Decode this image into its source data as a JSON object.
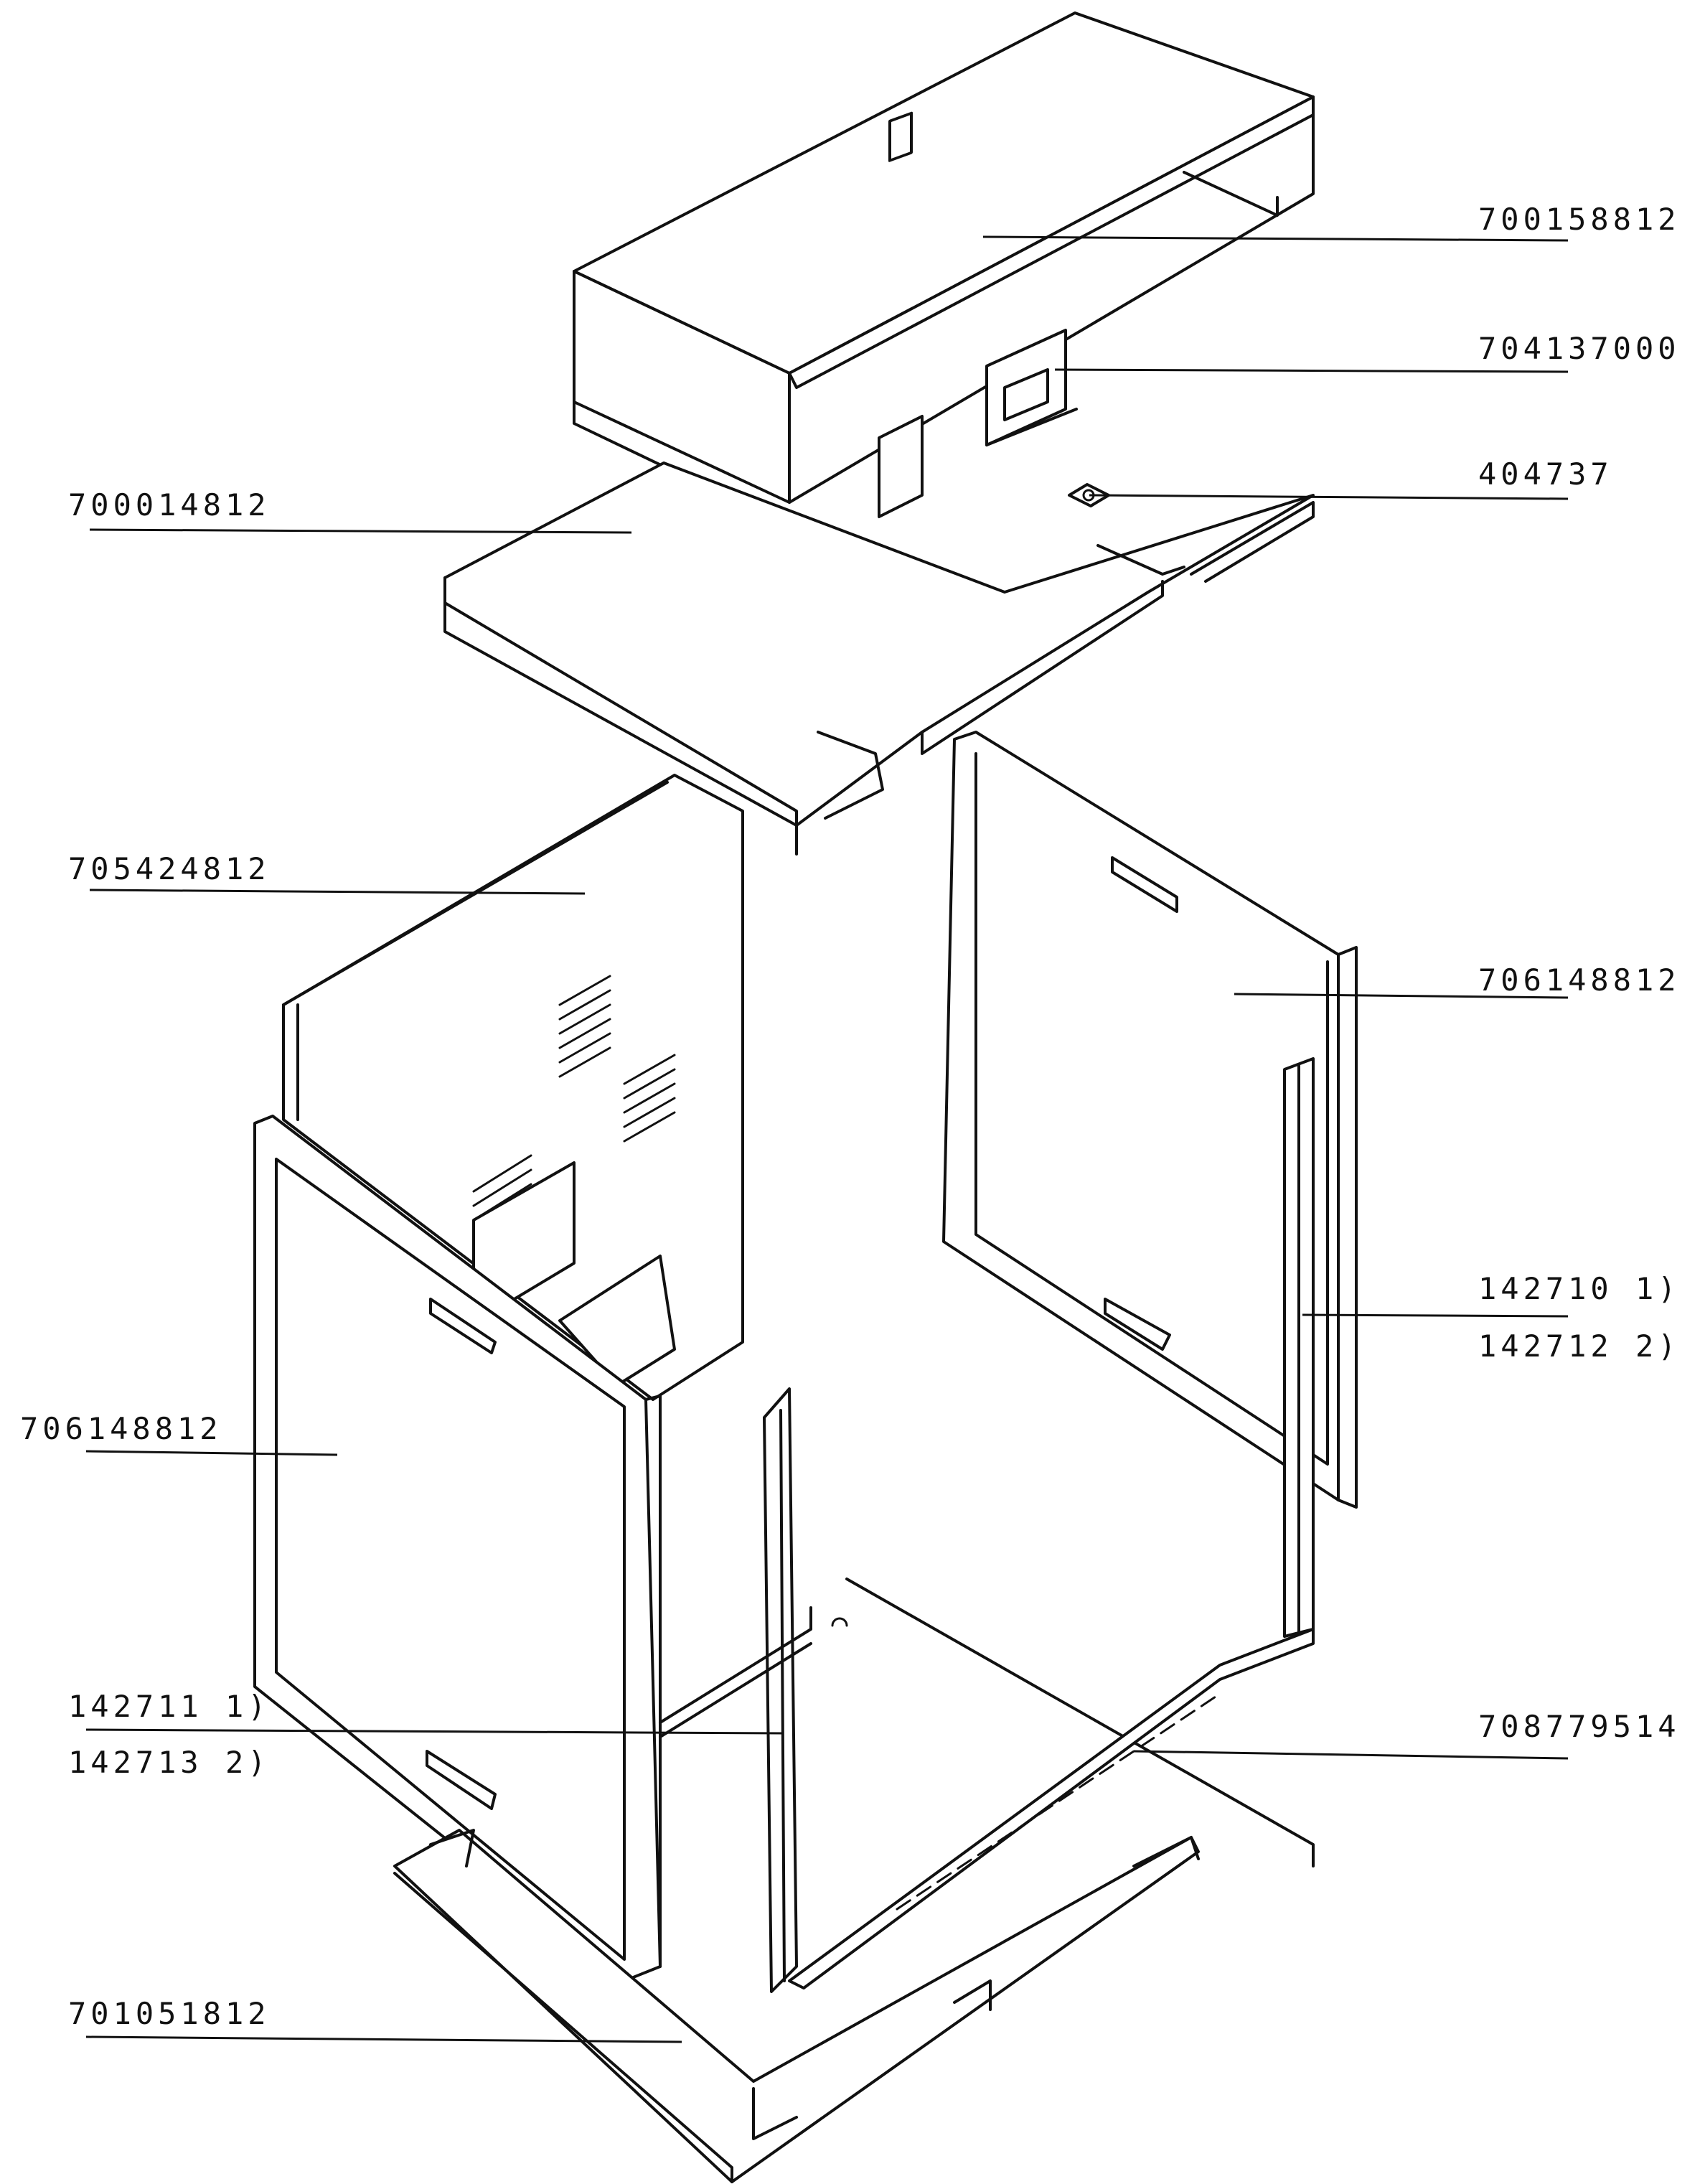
{
  "part_labels": {
    "top_cover": "700158812",
    "vent_cover": "704137000",
    "clip": "404737",
    "top_panel": "700014812",
    "back_panel": "705424812",
    "right_side_panel": "706148812",
    "right_rail_a": "142710 1)",
    "right_rail_b": "142712 2)",
    "left_side_panel": "706148812",
    "left_rail_a": "142711 1)",
    "left_rail_b": "142713 2)",
    "bottom_frame": "708779514",
    "base_plate": "701051812"
  }
}
